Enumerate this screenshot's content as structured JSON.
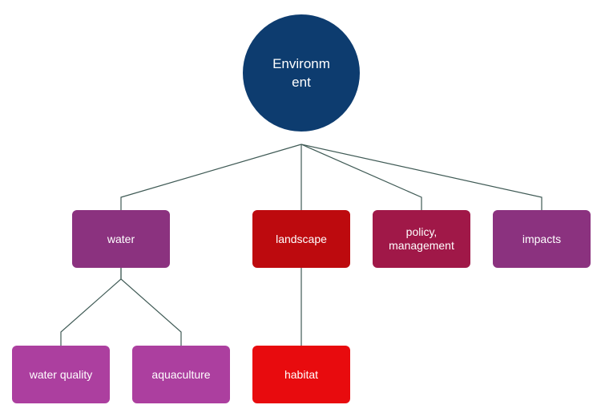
{
  "colors": {
    "root": "#0d3c6f",
    "water": "#8b327f",
    "landscape": "#bd0a0e",
    "policy": "#a01848",
    "impacts": "#8b327f",
    "water_quality": "#ac3f9f",
    "aquaculture": "#ac3f9f",
    "habitat": "#e80b0e",
    "connector": "#3f5a55"
  },
  "root": {
    "label": "Environm ent"
  },
  "level1": {
    "water": {
      "label": "water"
    },
    "landscape": {
      "label": "landscape"
    },
    "policy": {
      "label": "policy, management"
    },
    "impacts": {
      "label": "impacts"
    }
  },
  "level2": {
    "water_quality": {
      "label": "water quality"
    },
    "aquaculture": {
      "label": "aquaculture"
    },
    "habitat": {
      "label": "habitat"
    }
  }
}
